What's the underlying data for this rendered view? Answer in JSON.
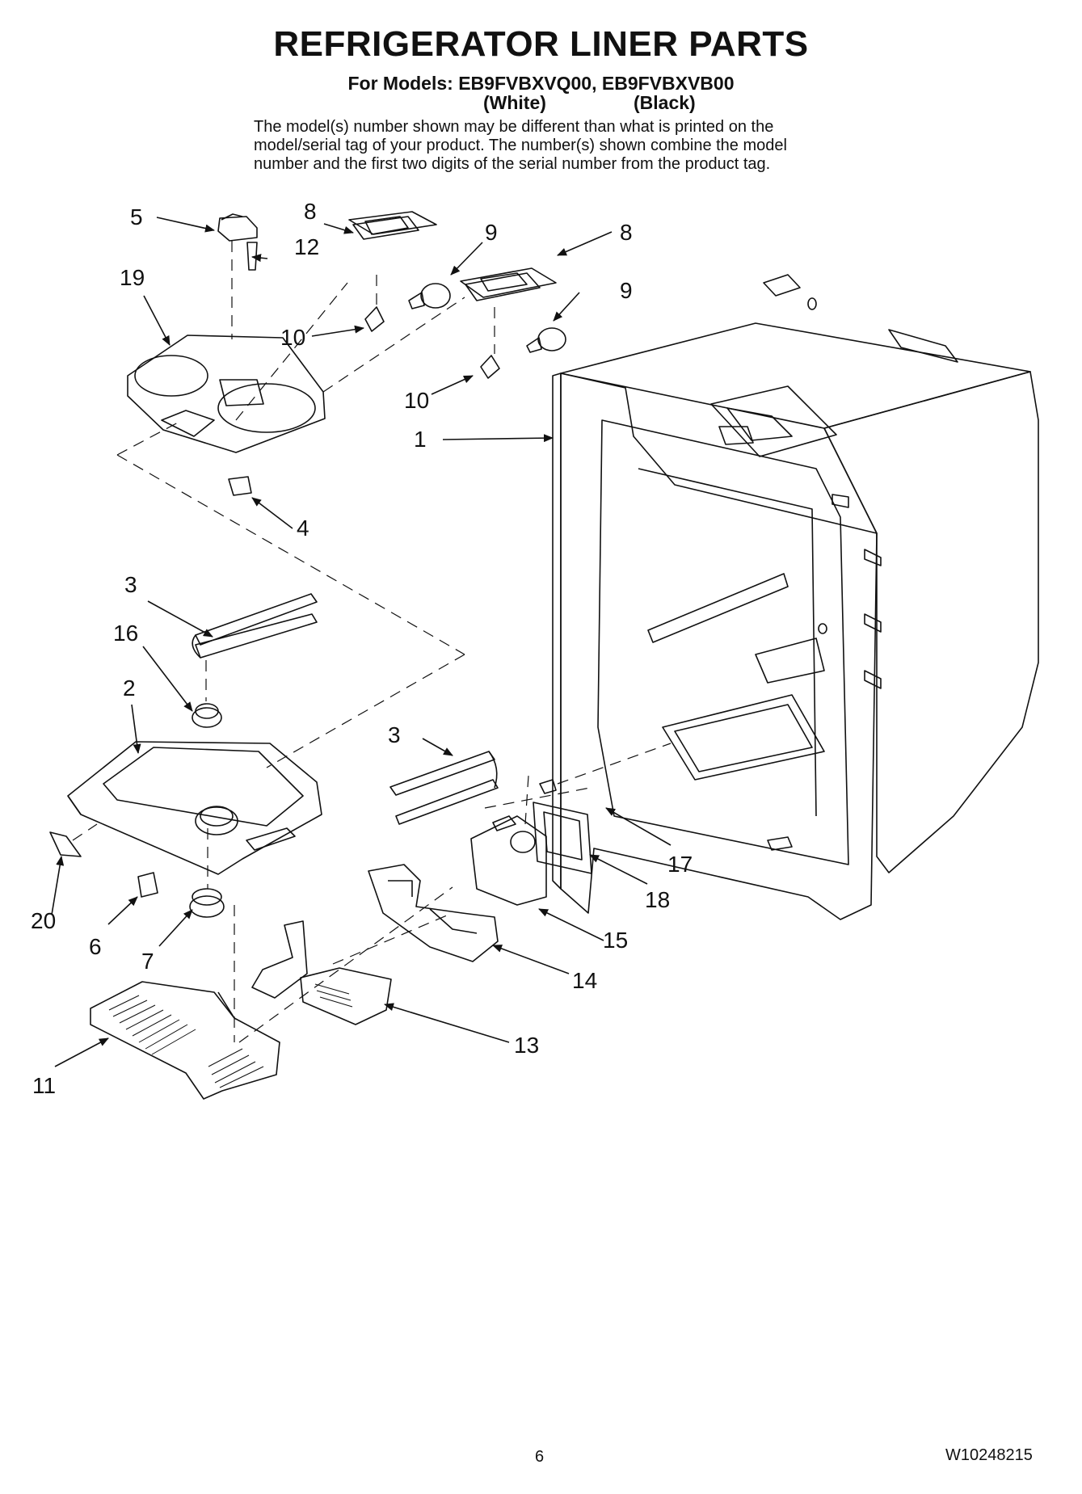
{
  "header": {
    "title": "REFRIGERATOR LINER PARTS",
    "models_line": "For Models: EB9FVBXVQ00, EB9FVBXVB00",
    "variant_white": "(White)",
    "variant_black": "(Black)",
    "description_lines": [
      "The model(s) number shown may be different than what is printed on the",
      "model/serial tag of your product. The number(s) shown combine the model",
      "number and the first two digits of the serial number from the product tag."
    ]
  },
  "callouts": [
    "5",
    "8",
    "12",
    "9",
    "8",
    "19",
    "9",
    "10",
    "10",
    "1",
    "4",
    "3",
    "16",
    "2",
    "3",
    "17",
    "18",
    "15",
    "20",
    "6",
    "7",
    "14",
    "13",
    "11"
  ],
  "footer": {
    "page_number": "6",
    "document_number": "W10248215"
  }
}
